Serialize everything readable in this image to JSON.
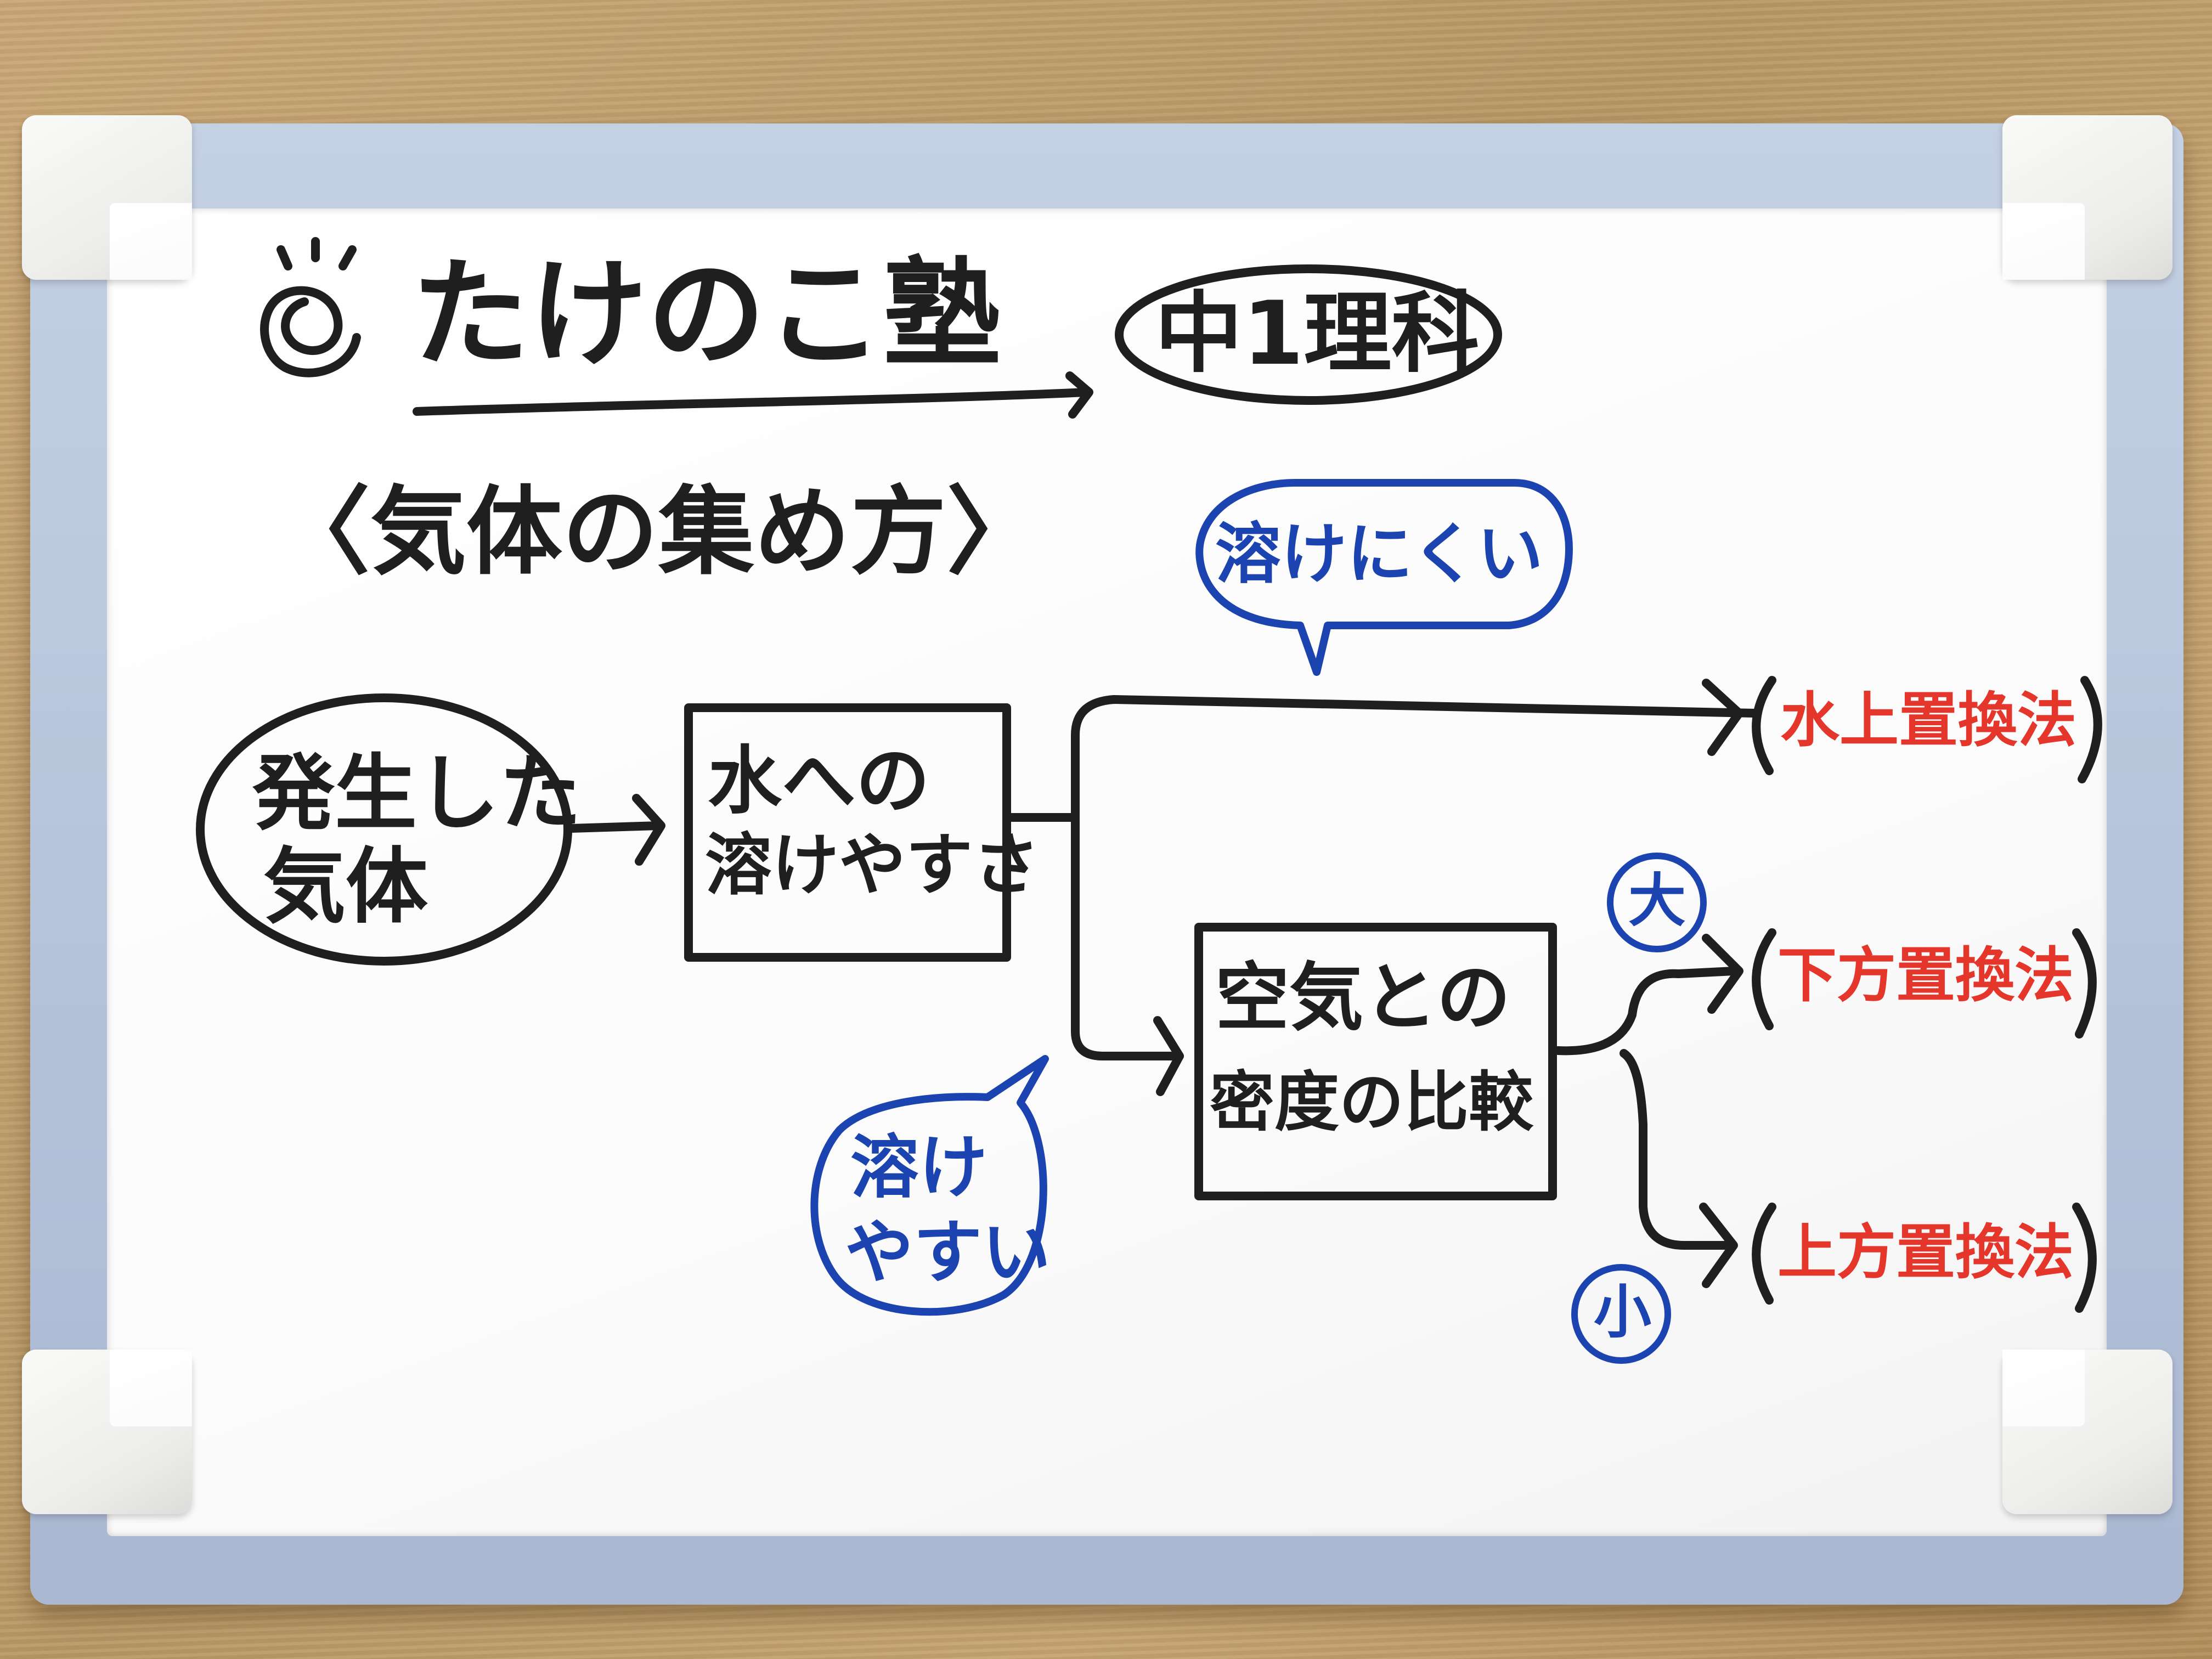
{
  "board": {
    "title": "たけのこ塾",
    "subject": "中1理科",
    "heading": "〈気体の集め方〉"
  },
  "nodes": {
    "generated_gas_line1": "発生した",
    "generated_gas_line2": "気体",
    "solubility_line1": "水への",
    "solubility_line2": "溶けやすさ",
    "density_line1": "空気との",
    "density_line2": "密度の比較"
  },
  "bubbles": {
    "hard_to_dissolve": "溶けにくい",
    "easy_line1": "溶け",
    "easy_line2": "やすい"
  },
  "markers": {
    "large": "大",
    "small": "小"
  },
  "methods": {
    "water_displacement": "水上置換法",
    "downward_displacement": "下方置換法",
    "upward_displacement": "上方置換法"
  },
  "colors": {
    "ink_black": "#1f1f1f",
    "ink_blue": "#1c44b0",
    "ink_red": "#e5362c",
    "frame": "#aab8d2",
    "board": "#ffffff"
  }
}
